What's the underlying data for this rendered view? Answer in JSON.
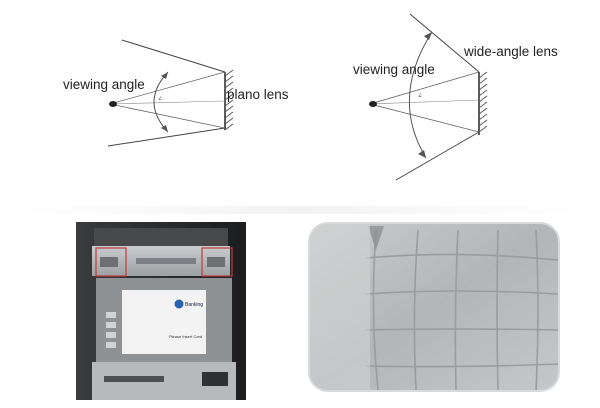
{
  "diagram_left": {
    "label_viewing_angle": "viewing angle",
    "label_lens": "plano lens",
    "angle_mark": "∠"
  },
  "diagram_right": {
    "label_viewing_angle": "viewing angle",
    "label_lens": "wide-angle lens",
    "angle_mark": "∠"
  },
  "atm_photo": {
    "logo_text": "Banking",
    "screen_message": "Please Insert Card",
    "highlight_color": "#c0393b"
  },
  "lens_photo": {
    "tint_color": "#b7b9bb",
    "frame_color": "#d8d9da"
  }
}
